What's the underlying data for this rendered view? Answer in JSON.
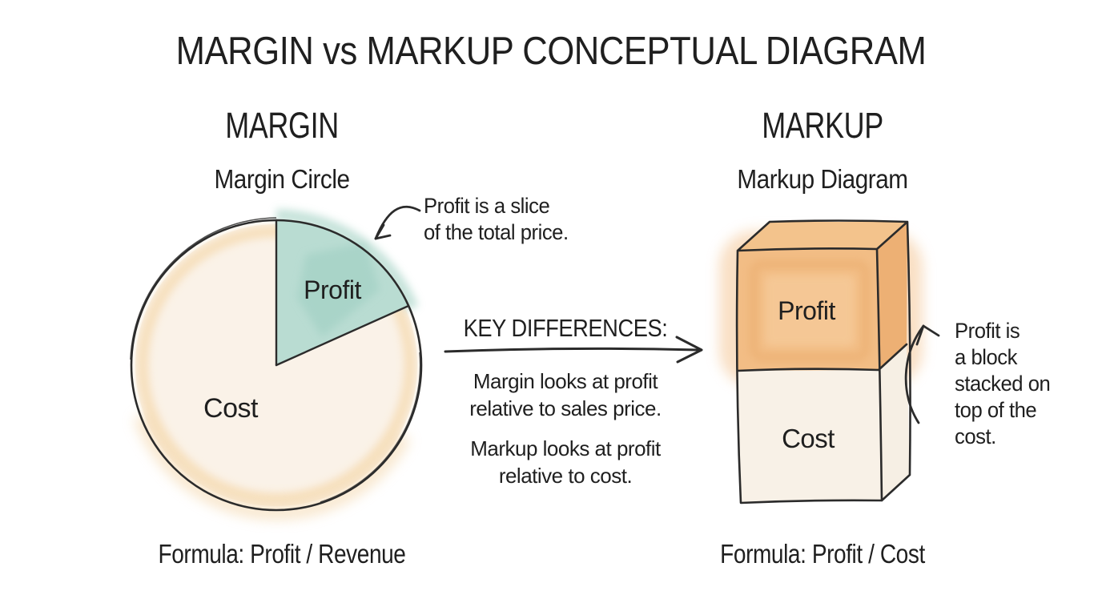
{
  "title": "MARGIN vs MARKUP CONCEPTUAL DIAGRAM",
  "palette": {
    "background": "#ffffff",
    "ink": "#2b2b2b",
    "teal_fill": "#b9dcd2",
    "teal_deep": "#9ccec1",
    "orange_fill": "#f2bd85",
    "orange_deep": "#e5a25e",
    "cream_fill": "#f8f1e7",
    "peach_edge": "#f6dcb4"
  },
  "margin_panel": {
    "heading": "MARGIN",
    "subtitle": "Margin Circle",
    "slice_label": "Profit",
    "body_label": "Cost",
    "annotation": "Profit is a slice\nof the total price.",
    "formula": "Formula: Profit / Revenue"
  },
  "key_differences": {
    "heading": "KEY DIFFERENCES:",
    "point_margin": "Margin looks at profit\nrelative to sales price.",
    "point_markup": "Markup looks at profit\nrelative to cost."
  },
  "markup_panel": {
    "heading": "MARKUP",
    "subtitle": "Markup Diagram",
    "block_top_label": "Profit",
    "block_bottom_label": "Cost",
    "annotation": "Profit is\na block\nstacked on\ntop of the\ncost.",
    "formula": "Formula: Profit / Cost"
  },
  "chart_data": [
    {
      "type": "pie",
      "title": "Margin Circle",
      "labels": [
        "Profit",
        "Cost"
      ],
      "values_pct_estimate": [
        19,
        81
      ],
      "note": "no numeric labels shown; slice angle visually ~19%"
    },
    {
      "type": "bar",
      "subtype": "stacked-blocks",
      "title": "Markup Diagram",
      "categories": [
        "Markup"
      ],
      "series": [
        {
          "name": "Cost",
          "value_pct_estimate": 53
        },
        {
          "name": "Profit",
          "value_pct_estimate": 47
        }
      ],
      "note": "Profit block drawn stacked on top of Cost block"
    }
  ]
}
